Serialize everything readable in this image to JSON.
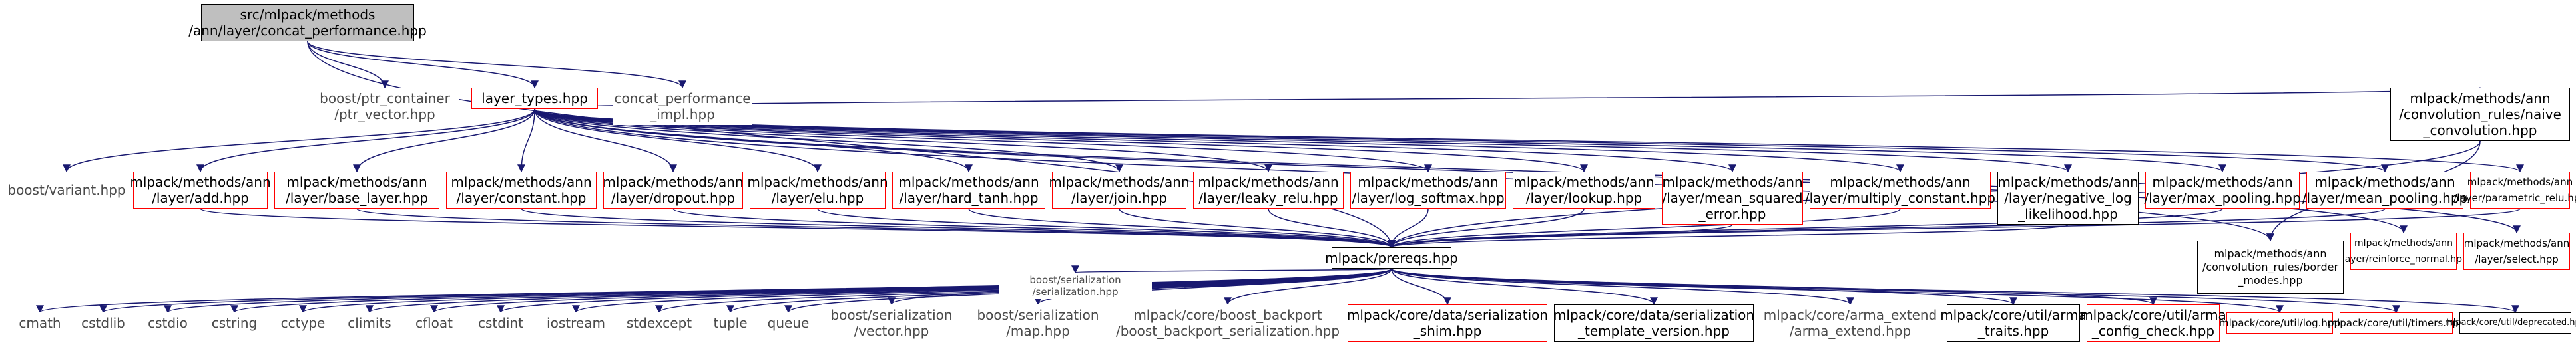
{
  "graph": {
    "root": "src/mlpack/methods\n/ann/layer/concat_performance.hpp",
    "level1": {
      "ptr_vector": "boost/ptr_container\n/ptr_vector.hpp",
      "layer_types": "layer_types.hpp",
      "concat_impl": "concat_performance\n_impl.hpp"
    },
    "level2": {
      "boost_variant": "boost/variant.hpp",
      "add": "mlpack/methods/ann\n/layer/add.hpp",
      "base_layer": "mlpack/methods/ann\n/layer/base_layer.hpp",
      "constant": "mlpack/methods/ann\n/layer/constant.hpp",
      "dropout": "mlpack/methods/ann\n/layer/dropout.hpp",
      "elu": "mlpack/methods/ann\n/layer/elu.hpp",
      "hard_tanh": "mlpack/methods/ann\n/layer/hard_tanh.hpp",
      "join": "mlpack/methods/ann\n/layer/join.hpp",
      "leaky_relu": "mlpack/methods/ann\n/layer/leaky_relu.hpp",
      "log_softmax": "mlpack/methods/ann\n/layer/log_softmax.hpp",
      "lookup": "mlpack/methods/ann\n/layer/lookup.hpp",
      "mean_squared_error": "mlpack/methods/ann\n/layer/mean_squared\n_error.hpp",
      "multiply_constant": "mlpack/methods/ann\n/layer/multiply_constant.hpp",
      "negative_log_likelihood": "mlpack/methods/ann\n/layer/negative_log\n_likelihood.hpp",
      "max_pooling": "mlpack/methods/ann\n/layer/max_pooling.hpp",
      "mean_pooling": "mlpack/methods/ann\n/layer/mean_pooling.hpp",
      "parametric_relu": "mlpack/methods/ann\n/layer/parametric_relu.hpp",
      "reinforce_normal": "mlpack/methods/ann\n/layer/reinforce_normal.hpp",
      "select": "mlpack/methods/ann\n/layer/select.hpp",
      "naive_convolution": "mlpack/methods/ann\n/convolution_rules/naive\n_convolution.hpp"
    },
    "prereqs": "mlpack/prereqs.hpp",
    "border_modes": "mlpack/methods/ann\n/convolution_rules/border\n_modes.hpp",
    "level4": {
      "cmath": "cmath",
      "cstdlib": "cstdlib",
      "cstdio": "cstdio",
      "cstring": "cstring",
      "cctype": "cctype",
      "climits": "climits",
      "cfloat": "cfloat",
      "cstdint": "cstdint",
      "iostream": "iostream",
      "stdexcept": "stdexcept",
      "tuple": "tuple",
      "queue": "queue",
      "ser_vector": "boost/serialization\n/vector.hpp",
      "ser_map": "boost/serialization\n/map.hpp",
      "boost_backport": "mlpack/core/boost_backport\n/boost_backport_serialization.hpp",
      "ser_shim": "mlpack/core/data/serialization\n_shim.hpp",
      "ser_template": "mlpack/core/data/serialization\n_template_version.hpp",
      "arma_extend": "mlpack/core/arma_extend\n/arma_extend.hpp",
      "arma_traits": "mlpack/core/util/arma\n_traits.hpp",
      "arma_config": "mlpack/core/util/arma\n_config_check.hpp",
      "log": "mlpack/core/util/log.hpp",
      "timers": "mlpack/core/util/timers.hpp",
      "deprecated": "mlpack/core/util/deprecated.hpp"
    },
    "serialization": "boost/serialization\n/serialization.hpp"
  },
  "colors": {
    "edge": "#191970",
    "red_border": "#ff0000",
    "grey_border": "#bfbfbf",
    "black_border": "#000000",
    "root_fill": "#bfbfbf"
  }
}
